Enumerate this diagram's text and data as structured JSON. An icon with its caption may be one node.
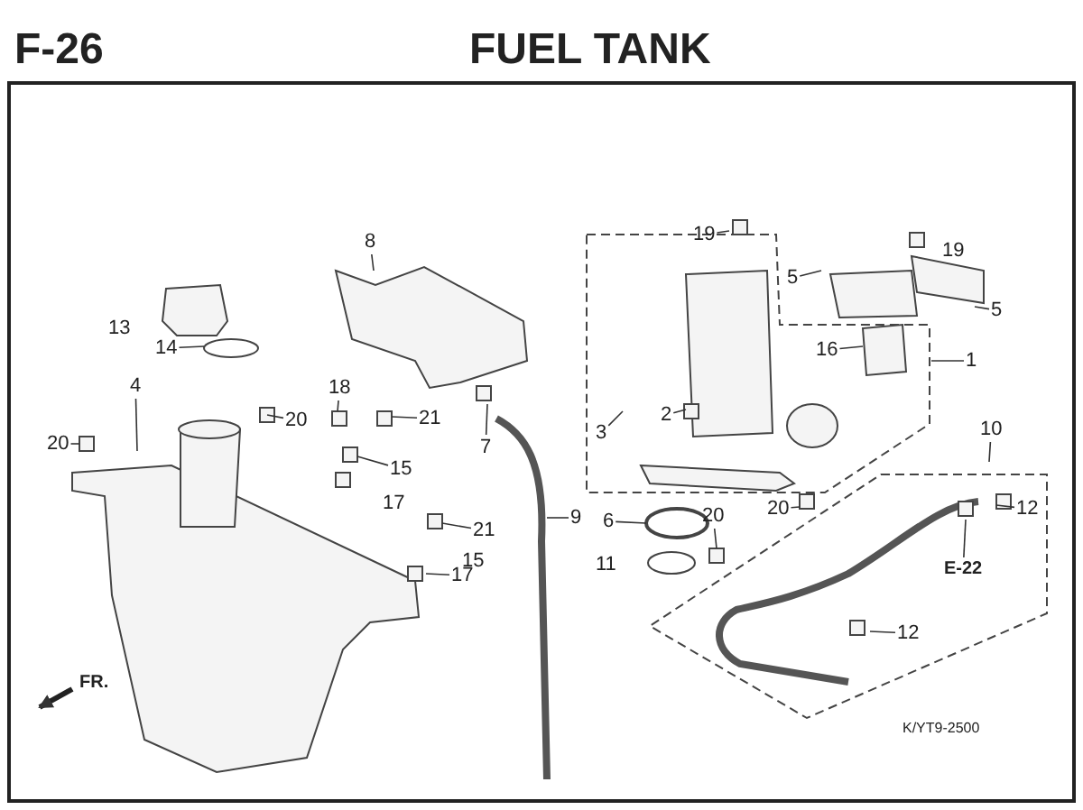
{
  "diagram": {
    "title": "FUEL TANK",
    "nodes": [
      {
        "text": [
          "19"
        ]
      },
      {
        "text": [
          "8"
        ]
      },
      {
        "text": [
          "5"
        ]
      },
      {
        "text": [
          "5"
        ]
      },
      {
        "text": [
          "14"
        ]
      },
      {
        "text": [
          "16"
        ]
      },
      {
        "text": [
          "1"
        ]
      },
      {
        "text": [
          "4"
        ]
      },
      {
        "text": [
          "18"
        ]
      },
      {
        "text": [
          "20"
        ]
      },
      {
        "text": [
          "20"
        ]
      },
      {
        "text": [
          "21"
        ]
      },
      {
        "text": [
          "2"
        ]
      },
      {
        "text": [
          "3"
        ]
      },
      {
        "text": [
          "10"
        ]
      },
      {
        "text": [
          "7"
        ]
      },
      {
        "text": [
          "15"
        ]
      },
      {
        "text": [
          "20"
        ]
      },
      {
        "text": [
          "12"
        ]
      },
      {
        "text": [
          "9"
        ]
      },
      {
        "text": [
          "21"
        ]
      },
      {
        "text": [
          "6"
        ]
      },
      {
        "text": [
          "20"
        ]
      },
      {
        "text": [
          "E-22"
        ]
      },
      {
        "text": [
          "17"
        ]
      },
      {
        "text": [
          "12"
        ]
      }
    ],
    "edges": [
      {
        "from": 0,
        "to": null,
        "arrow": "none"
      },
      {
        "from": 1,
        "to": null,
        "arrow": "none"
      },
      {
        "from": 2,
        "to": null,
        "arrow": "none"
      },
      {
        "from": 3,
        "to": null,
        "arrow": "none"
      },
      {
        "from": 4,
        "to": null,
        "arrow": "none"
      },
      {
        "from": 5,
        "to": null,
        "arrow": "none"
      },
      {
        "from": 6,
        "to": null,
        "arrow": "none"
      },
      {
        "from": 7,
        "to": null,
        "arrow": "none"
      },
      {
        "from": 8,
        "to": null,
        "arrow": "none"
      },
      {
        "from": 9,
        "to": null,
        "arrow": "none"
      },
      {
        "from": 10,
        "to": null,
        "arrow": "none"
      },
      {
        "from": 11,
        "to": null,
        "arrow": "none"
      },
      {
        "from": 12,
        "to": null,
        "arrow": "none"
      },
      {
        "from": 13,
        "to": null,
        "arrow": "none"
      },
      {
        "from": 14,
        "to": null,
        "arrow": "none"
      },
      {
        "from": 15,
        "to": null,
        "arrow": "none"
      },
      {
        "from": 16,
        "to": null,
        "arrow": "none"
      },
      {
        "from": 17,
        "to": null,
        "arrow": "none"
      },
      {
        "from": 18,
        "to": null,
        "arrow": "none"
      },
      {
        "from": 19,
        "to": null,
        "arrow": "none"
      },
      {
        "from": 20,
        "to": null,
        "arrow": "none"
      },
      {
        "from": 21,
        "to": null,
        "arrow": "none"
      },
      {
        "from": 22,
        "to": null,
        "arrow": "none"
      },
      {
        "from": 23,
        "to": null,
        "arrow": "none"
      },
      {
        "from": 24,
        "to": null,
        "arrow": "none"
      },
      {
        "from": 25,
        "to": null,
        "arrow": "none"
      }
    ],
    "labels": [
      "F-26",
      "19",
      "13",
      "17",
      "15",
      "11",
      "FR.",
      "K/YT9-2500"
    ]
  }
}
